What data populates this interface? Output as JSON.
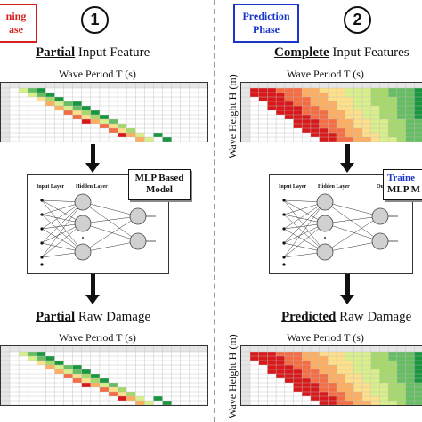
{
  "training": {
    "phase_label_line1": "ning",
    "phase_label_line2": "ase",
    "step": "1",
    "input_heading_bold": "Partial",
    "input_heading_rest": " Input Feature",
    "output_heading_bold": "Partial",
    "output_heading_rest": " Raw Damage",
    "x_axis_title": "Wave Period T (s)",
    "model_line1": "MLP Based",
    "model_line2": "Model"
  },
  "prediction": {
    "phase_label_line1": "Prediction",
    "phase_label_line2": "Phase",
    "step": "2",
    "input_heading_bold": "Complete",
    "input_heading_rest": " Input Features",
    "output_heading_bold": "Predicted",
    "output_heading_rest": " Raw Damage",
    "x_axis_title": "Wave Period T (s)",
    "y_axis_title": "Wave Height H (m)",
    "model_line1": "Traine",
    "model_line2": "MLP M"
  },
  "mlp": {
    "input_layer": "Input Layer",
    "hidden_layer": "Hidden Layer",
    "output_layer": "Output"
  },
  "colors": {
    "training_accent": "#d42020",
    "prediction_accent": "#1a35c9",
    "heat_low": "#d7191c",
    "heat_mid": "#fdae61",
    "heat_high": "#1a9641"
  }
}
